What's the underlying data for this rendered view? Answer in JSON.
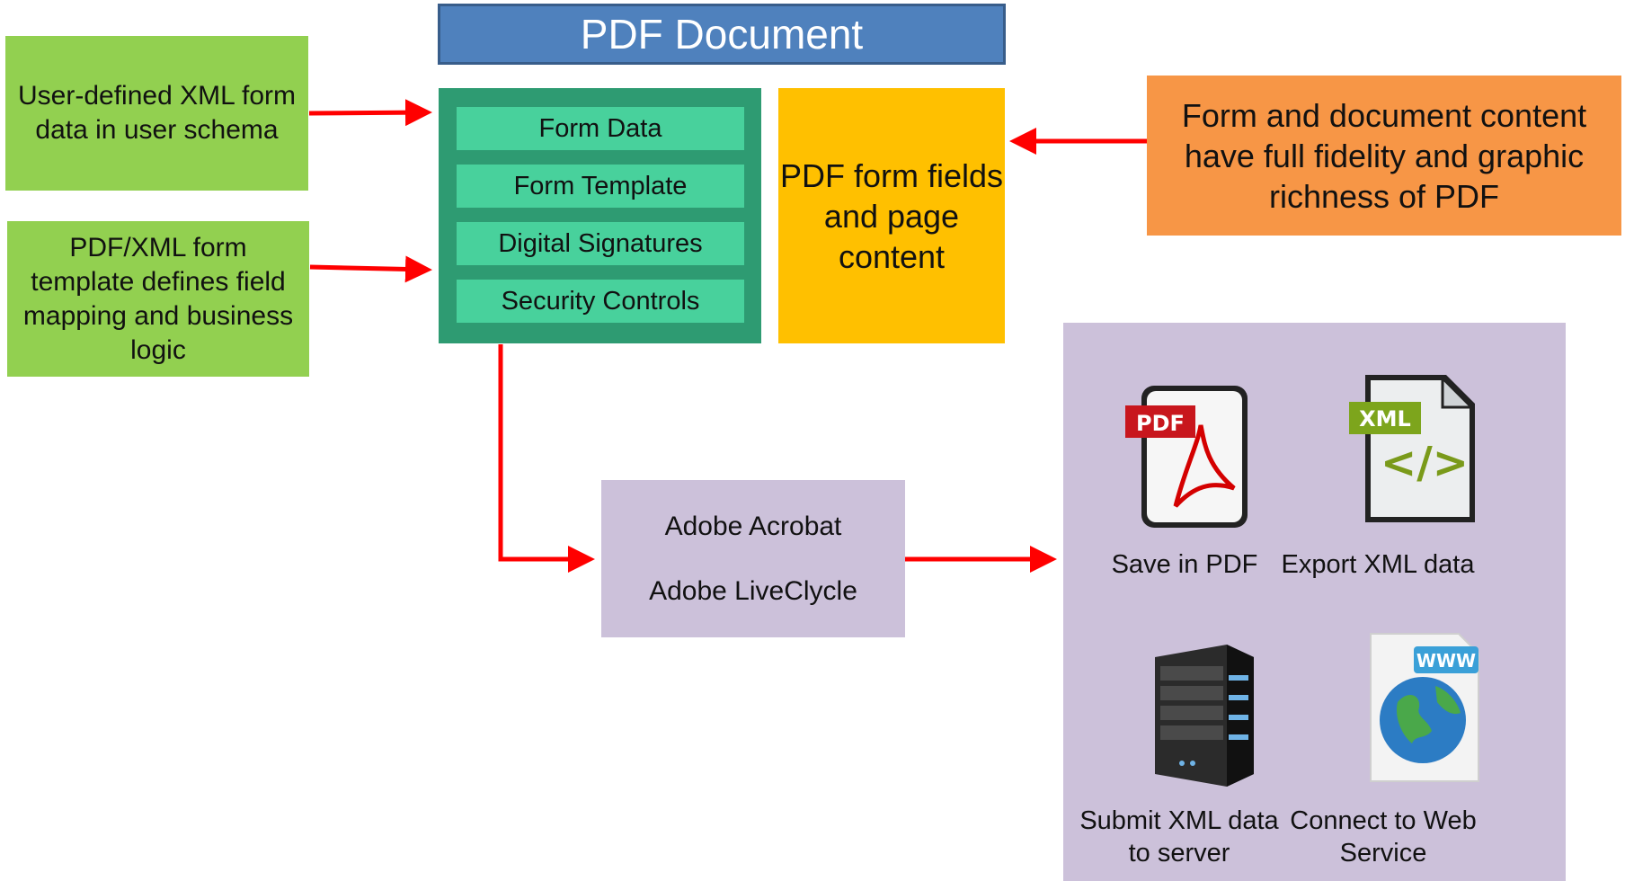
{
  "title": "PDF Document",
  "inputs": {
    "xml_data": "User-defined XML form data in user schema",
    "template": "PDF/XML form template defines field mapping and business logic"
  },
  "components": [
    "Form Data",
    "Form Template",
    "Digital Signatures",
    "Security Controls"
  ],
  "pdf_content": "PDF form fields and page content",
  "fidelity_note": "Form and document content have full fidelity and graphic richness of PDF",
  "processors": {
    "acrobat": "Adobe Acrobat",
    "livecycle": "Adobe LiveClycle"
  },
  "outputs": {
    "save_pdf": "Save in PDF",
    "export_xml": "Export XML data",
    "submit_xml": "Submit XML data to server",
    "web_service": "Connect to Web Service"
  },
  "icons": {
    "pdf_badge": "PDF",
    "xml_badge": "XML",
    "xml_glyph": "</>",
    "www_badge": "WWW"
  },
  "colors": {
    "title": "#4f81bd",
    "input_green": "#92d050",
    "doc_teal": "#2e9b72",
    "component_mint": "#48d19c",
    "content_yellow": "#ffc000",
    "note_orange": "#f79646",
    "lavender": "#ccc1da",
    "arrow_red": "#ff0000"
  }
}
